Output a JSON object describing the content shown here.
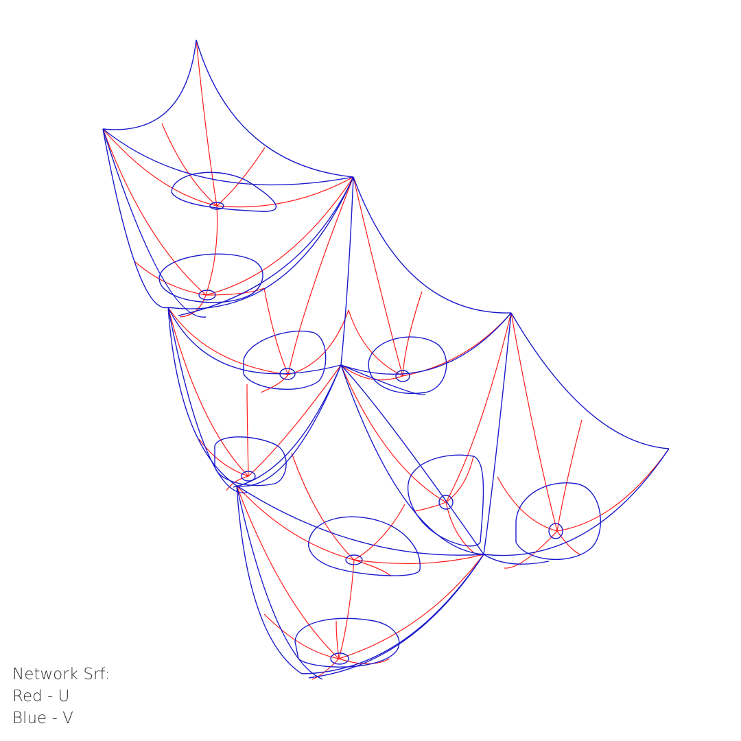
{
  "legend": {
    "title": "Network Srf:",
    "red_line": "Red - U",
    "blue_line": "Blue - V"
  },
  "colors": {
    "u_curves": "#ff1a1a",
    "v_curves": "#1a1acc",
    "background": "#ffffff"
  }
}
